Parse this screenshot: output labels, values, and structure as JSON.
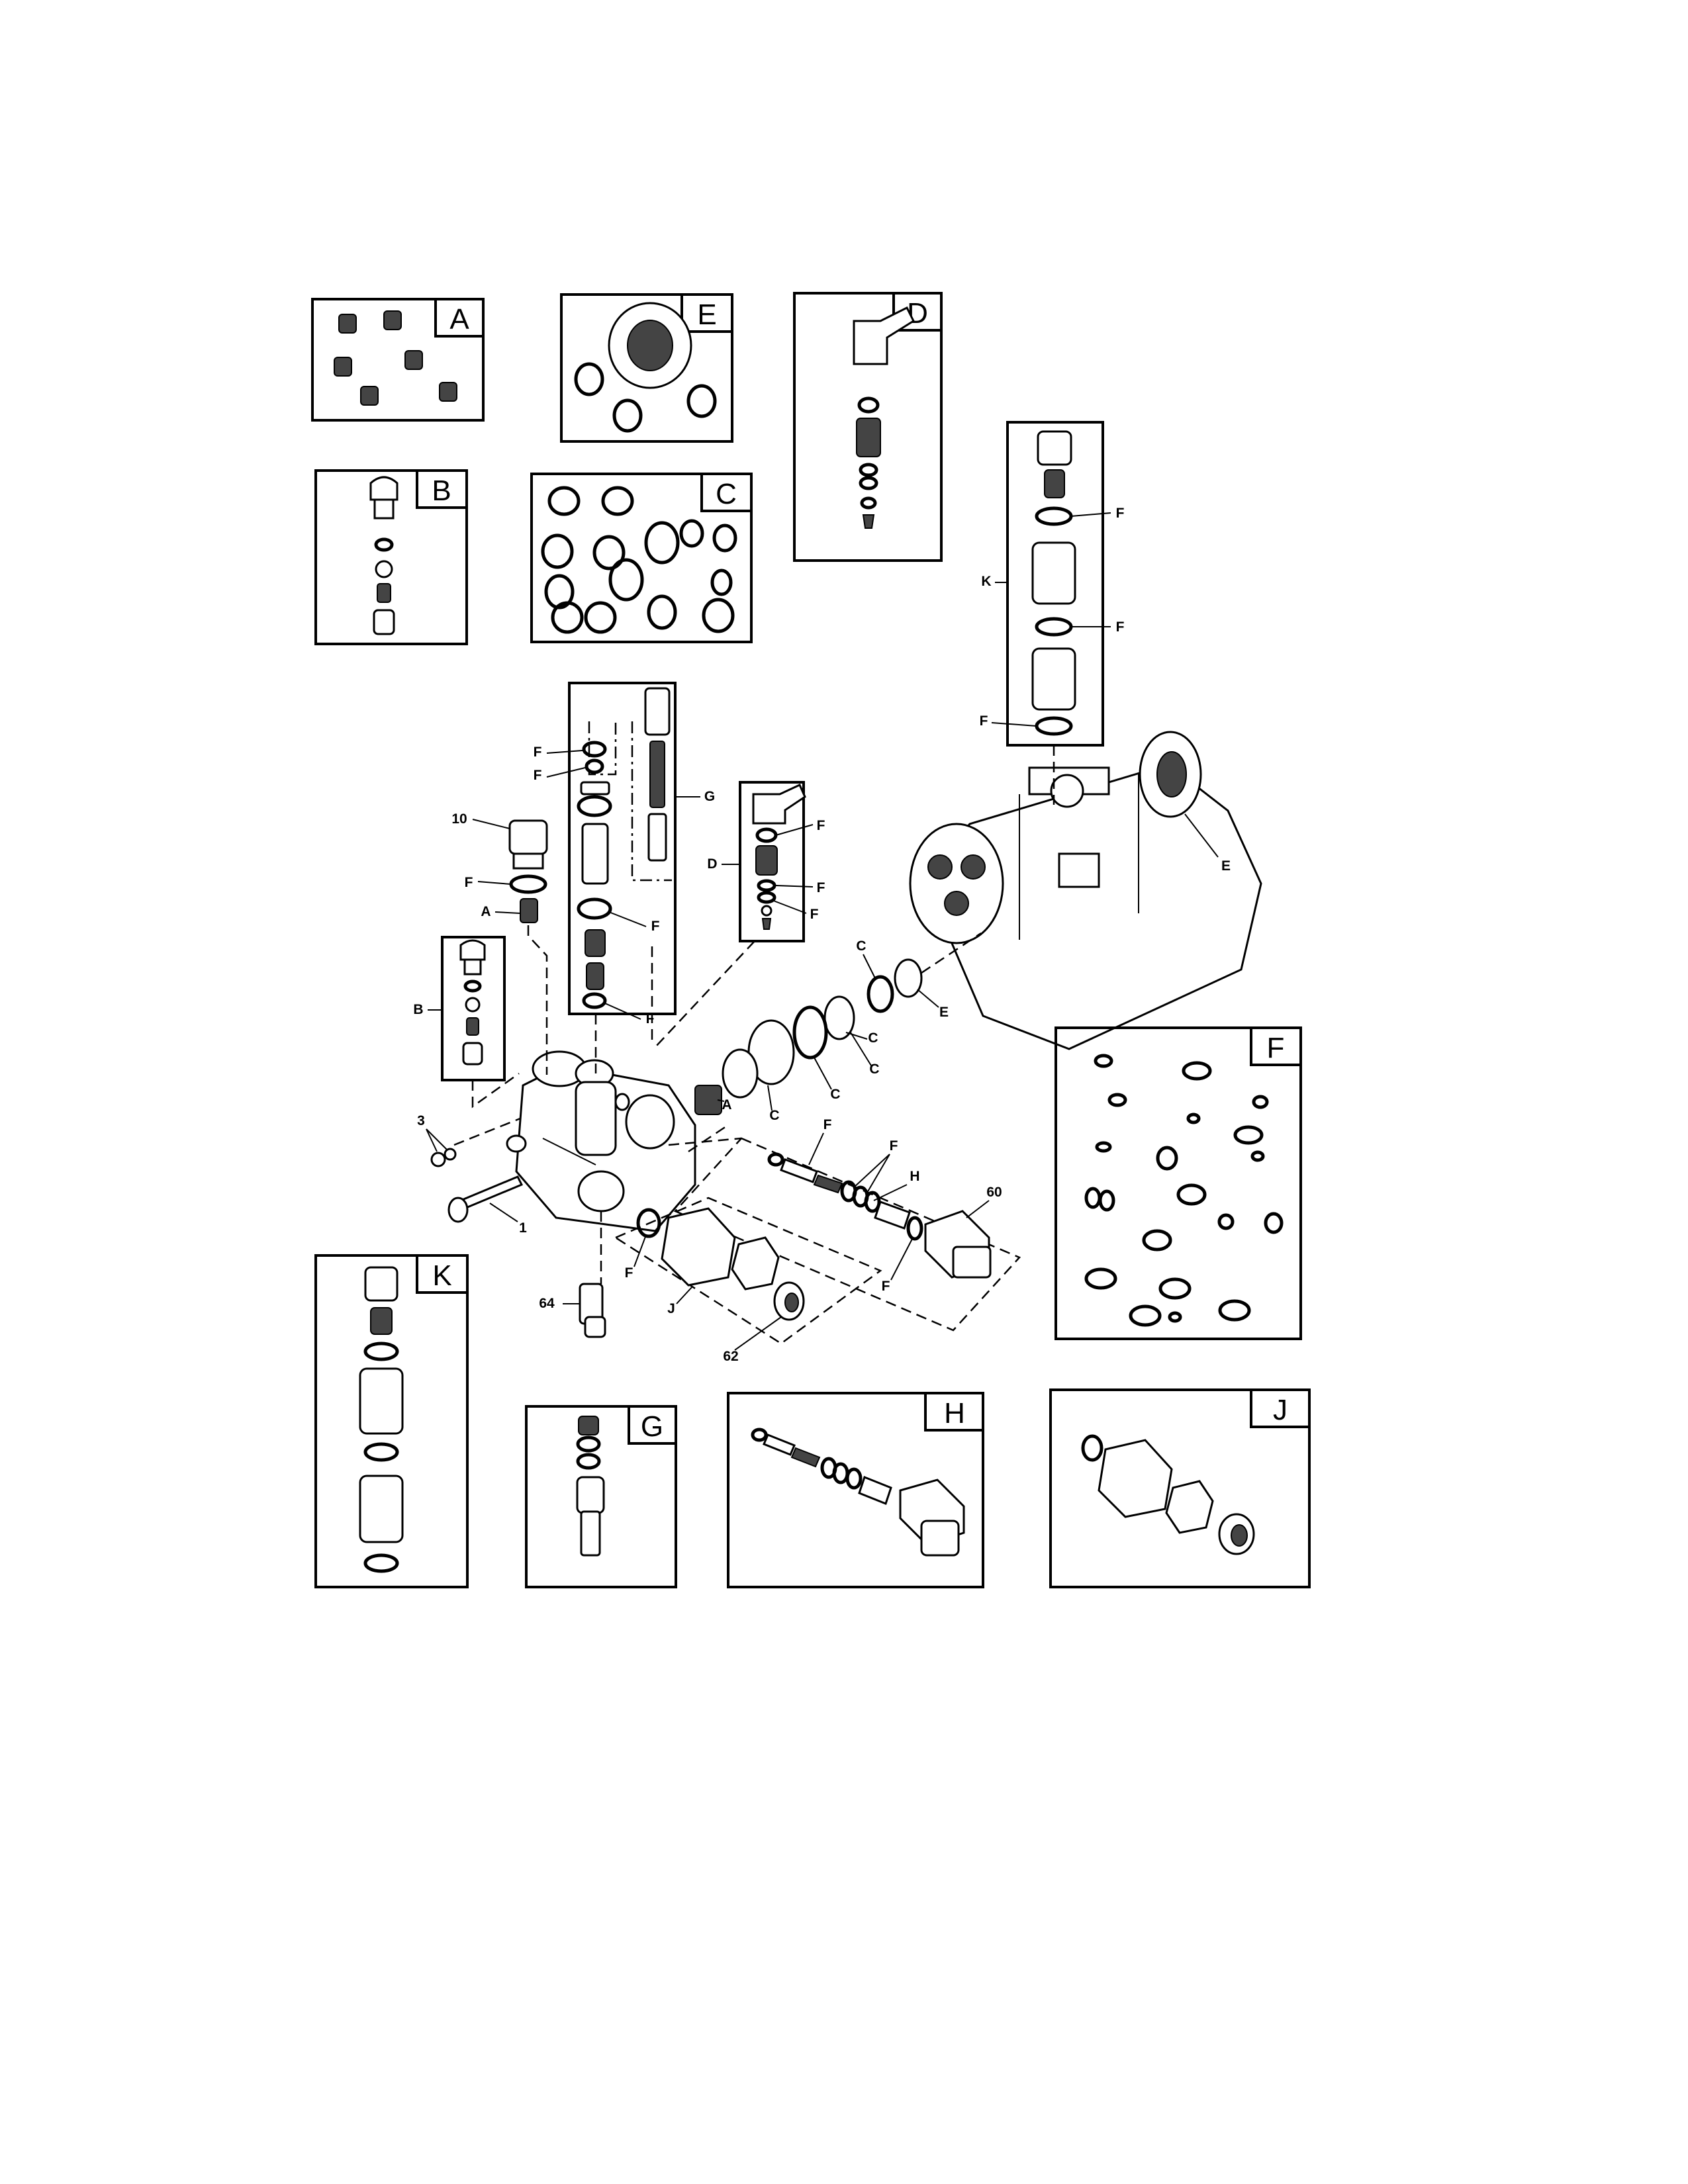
{
  "kits": [
    {
      "id": "A",
      "label": "A"
    },
    {
      "id": "E",
      "label": "E"
    },
    {
      "id": "D",
      "label": "D"
    },
    {
      "id": "B",
      "label": "B"
    },
    {
      "id": "C",
      "label": "C"
    },
    {
      "id": "F",
      "label": "F"
    },
    {
      "id": "K",
      "label": "K"
    },
    {
      "id": "G",
      "label": "G"
    },
    {
      "id": "H",
      "label": "H"
    },
    {
      "id": "J",
      "label": "J"
    }
  ],
  "callouts": [
    "F",
    "K",
    "F",
    "F",
    "F",
    "F",
    "G",
    "10",
    "F",
    "A",
    "F",
    "D",
    "F",
    "F",
    "F",
    "B",
    "F",
    "E",
    "C",
    "E",
    "C",
    "C",
    "C",
    "A",
    "C",
    "3",
    "F",
    "F",
    "H",
    "60",
    "1",
    "F",
    "F",
    "J",
    "64",
    "62"
  ]
}
